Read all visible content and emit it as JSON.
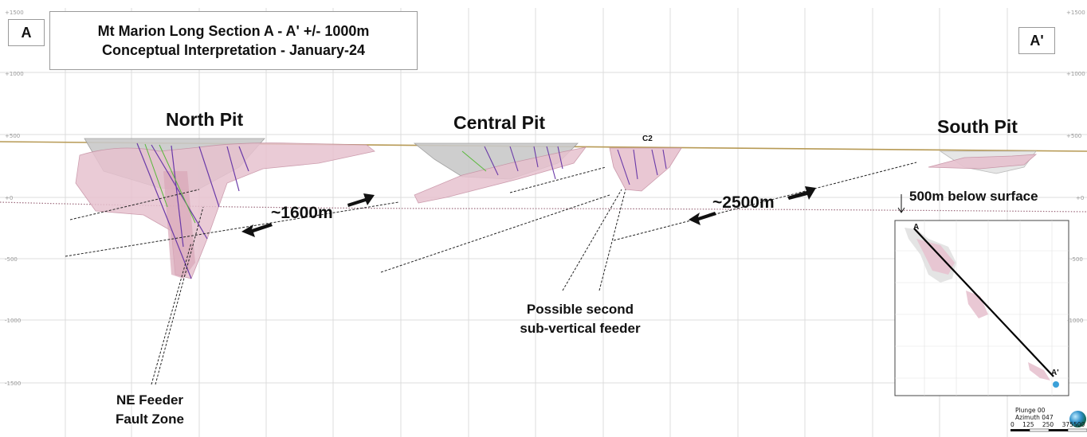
{
  "corner_labels": {
    "left": "A",
    "right": "A'"
  },
  "title": {
    "line1": "Mt Marion Long Section A - A' +/- 1000m",
    "line2": "Conceptual Interpretation - January-24"
  },
  "pits": {
    "north": "North Pit",
    "central": "Central Pit",
    "south": "South Pit"
  },
  "c2_label": "C2",
  "distances": {
    "first": "~1600m",
    "second": "~2500m"
  },
  "depth_note": "500m below surface",
  "annotations": {
    "feeder_line1": "Possible second",
    "feeder_line2": "sub-vertical feeder",
    "ne_line1": "NE Feeder",
    "ne_line2": "Fault Zone"
  },
  "elevation_labels": {
    "left": [
      "+1500",
      "+1000",
      "+500",
      "+0",
      "-500",
      "-1000",
      "-1500"
    ],
    "right": [
      "+1500",
      "+1000",
      "+500",
      "+0",
      "-500",
      "-1000"
    ]
  },
  "inset_map": {
    "start_label": "A",
    "end_label": "A'"
  },
  "view": {
    "plunge": "Plunge 00",
    "azimuth": "Azimuth 047",
    "scale_ticks": [
      "0",
      "125",
      "250",
      "375",
      "500"
    ]
  },
  "colors": {
    "surface": "#b79a55",
    "orebody": "#e7c2cf",
    "orebody_edge": "#c58ea2",
    "pit_shell": "#c9c9c9",
    "drillhole_purple": "#6a3aa8",
    "drillhole_green": "#58b83a",
    "depth_line": "#9c6a7c",
    "grid": "#dcdcdc"
  }
}
